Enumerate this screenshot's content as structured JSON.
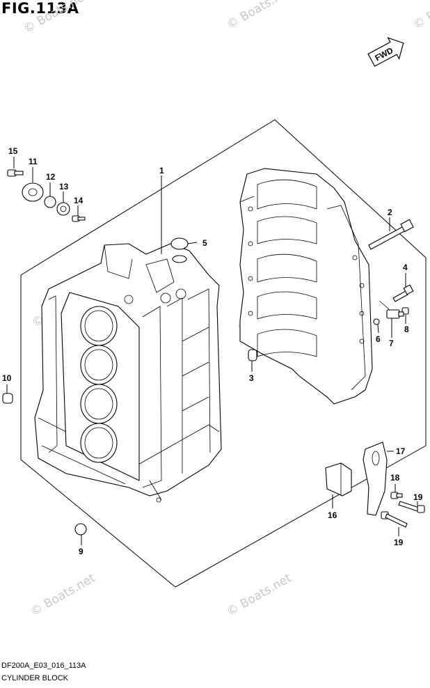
{
  "figure": {
    "title": "FIG.113A",
    "fwd_label": "FWD"
  },
  "footer": {
    "code": "DF200A_E03_016_113A",
    "name": "CYLINDER BLOCK"
  },
  "watermark": "© Boats.net",
  "callouts": [
    "15",
    "11",
    "12",
    "13",
    "14",
    "1",
    "5",
    "2",
    "4",
    "6",
    "7",
    "8",
    "3",
    "10",
    "17",
    "18",
    "19",
    "16",
    "9",
    "19"
  ]
}
